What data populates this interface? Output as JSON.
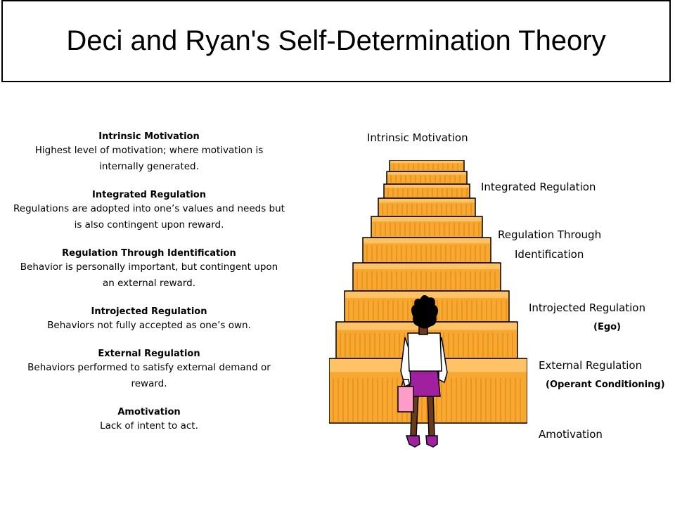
{
  "title": "Deci and Ryan's Self-Determination Theory",
  "definitions": [
    {
      "name": "Intrinsic Motivation",
      "text": "Highest level of motivation; where motivation is internally generated."
    },
    {
      "name": "Integrated Regulation",
      "text": "Regulations are adopted into one’s values and needs but is also contingent upon reward."
    },
    {
      "name": "Regulation Through Identification",
      "text": "Behavior is personally important, but contingent upon an external reward."
    },
    {
      "name": "Introjected Regulation",
      "text": "Behaviors not fully accepted as one’s own."
    },
    {
      "name": "External Regulation",
      "text": "Behaviors performed to satisfy external demand or reward."
    },
    {
      "name": "Amotivation",
      "text": "Lack of intent to act."
    }
  ],
  "stages": {
    "intrinsic": "Intrinsic Motivation",
    "integrated": "Integrated Regulation",
    "identification_line1": "Regulation Through",
    "identification_line2": "Identification",
    "introjected": "Introjected Regulation",
    "introjected_sub": "(Ego)",
    "external": "External Regulation",
    "external_sub": "(Operant Conditioning)",
    "amotivation": "Amotivation"
  },
  "colors": {
    "step_fill": "#f7a830",
    "step_shadow": "#e07f10",
    "outline": "#000000",
    "shirt": "#ffffff",
    "skirt": "#a020a0",
    "bag": "#ff9cc8",
    "skin": "#6b3a1a",
    "hair": "#000000"
  }
}
